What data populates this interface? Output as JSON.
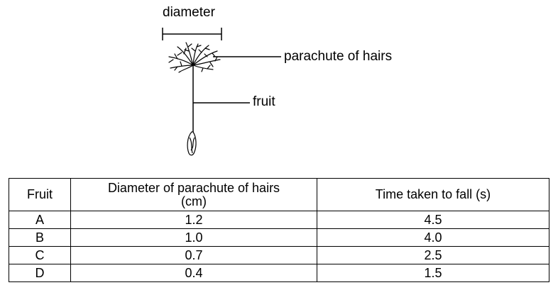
{
  "diagram": {
    "labels": {
      "diameter": "diameter",
      "parachute": "parachute of hairs",
      "fruit": "fruit"
    }
  },
  "table": {
    "headers": {
      "fruit": "Fruit",
      "diameter_line1": "Diameter of parachute of hairs",
      "diameter_line2": "(cm)",
      "time": "Time taken to fall (s)"
    },
    "rows": [
      {
        "fruit": "A",
        "diameter": "1.2",
        "time": "4.5"
      },
      {
        "fruit": "B",
        "diameter": "1.0",
        "time": "4.0"
      },
      {
        "fruit": "C",
        "diameter": "0.7",
        "time": "2.5"
      },
      {
        "fruit": "D",
        "diameter": "0.4",
        "time": "1.5"
      }
    ]
  }
}
